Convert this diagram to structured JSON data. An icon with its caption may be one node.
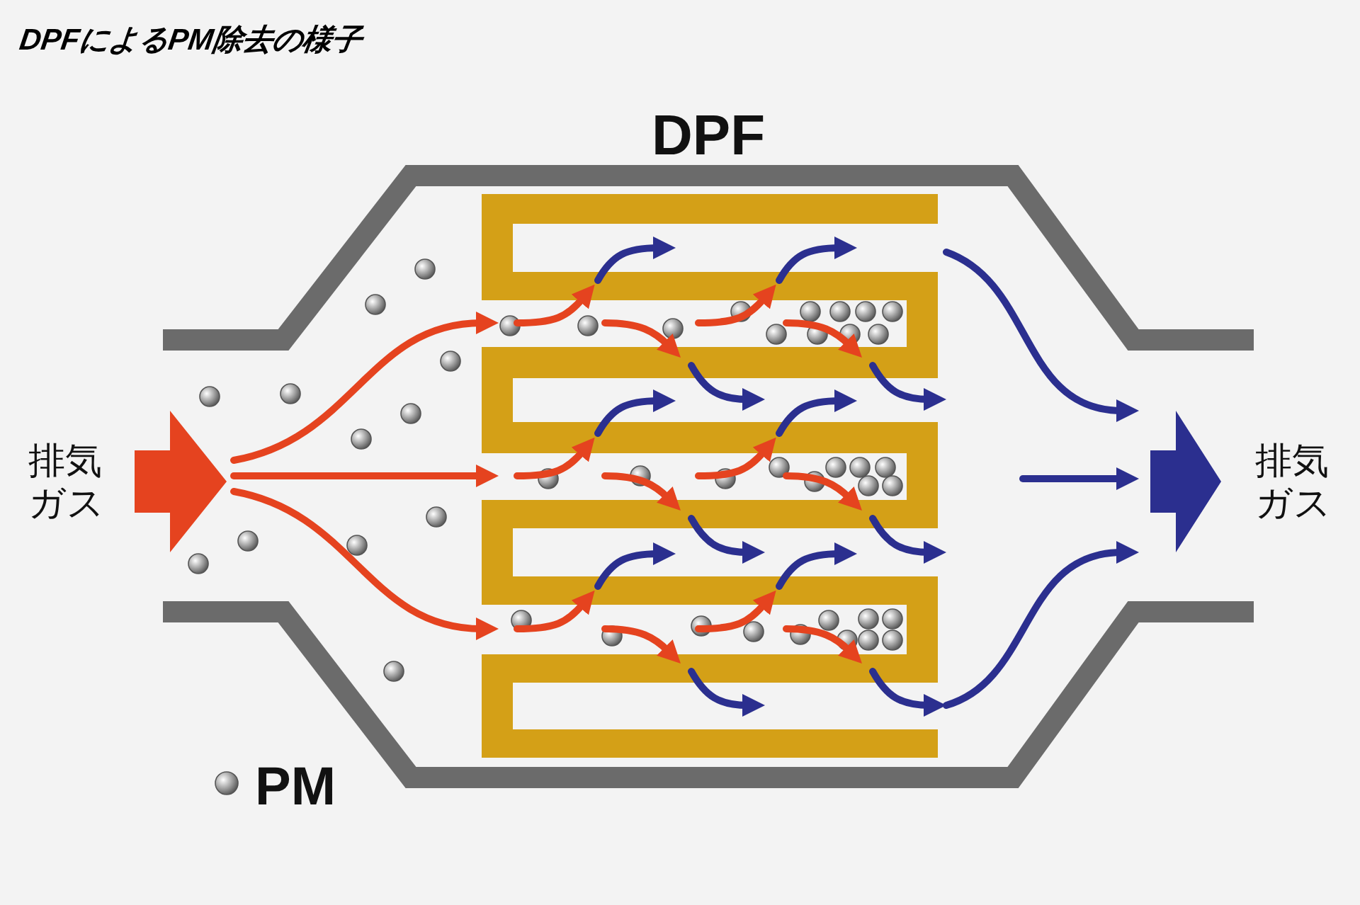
{
  "diagram": {
    "title": "DPFによるPM除去の様子",
    "nodes": [
      {
        "text": [
          "DPF"
        ]
      }
    ],
    "labels": [
      "排気ガス",
      "排気ガス"
    ],
    "legend": [
      {
        "text": "PM"
      }
    ]
  }
}
